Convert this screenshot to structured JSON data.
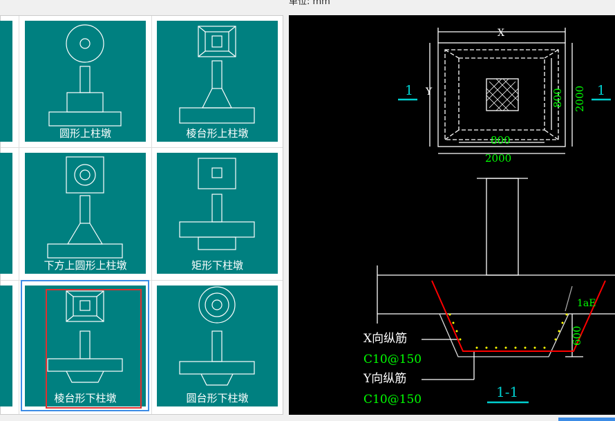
{
  "header": {
    "unit_label": "单位: mm"
  },
  "tiles": [
    {
      "label": "圆形上柱墩"
    },
    {
      "label": "棱台形上柱墩"
    },
    {
      "label": "下方上圆形上柱墩"
    },
    {
      "label": "矩形下柱墩"
    },
    {
      "label": "棱台形下柱墩",
      "selected": true
    },
    {
      "label": "圆台形下柱墩"
    }
  ],
  "drawing": {
    "plan": {
      "dim_x": "X",
      "dim_y": "Y",
      "width": "2000",
      "inner_width": "800",
      "height": "2000",
      "inner_height": "800",
      "section_mark_left": "1",
      "section_mark_right": "1"
    },
    "section": {
      "x_rebar_label": "X向纵筋",
      "x_rebar_value": "C10@150",
      "y_rebar_label": "Y向纵筋",
      "y_rebar_value": "C10@150",
      "anchor_label": "1aE",
      "depth": "600",
      "title": "1-1"
    }
  },
  "colors": {
    "tile": "#008080",
    "cad_bg": "#000000",
    "dim_green": "#00ff00",
    "section_cyan": "#00d0d0",
    "rebar_red": "#ff0000",
    "selection_blue": "#3c8ce6"
  }
}
